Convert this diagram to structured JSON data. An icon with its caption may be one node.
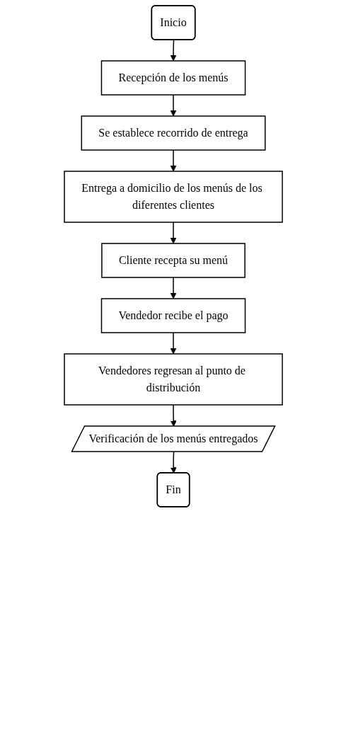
{
  "diagram": {
    "nodes": [
      {
        "text": [
          "Inicio"
        ]
      },
      {
        "text": [
          "Recepción de los menús"
        ]
      },
      {
        "text": [
          "Se establece recorrido de entrega"
        ]
      },
      {
        "text": [
          "Entrega a domicilio de los menús de los diferentes clientes"
        ]
      },
      {
        "text": [
          "Cliente recepta su menú"
        ]
      },
      {
        "text": [
          "Vendedor recibe el pago"
        ]
      },
      {
        "text": [
          "Vendedores regresan al punto de distribución"
        ]
      },
      {
        "text": [
          "Verificación de los menús entregados"
        ]
      },
      {
        "text": [
          "Fin"
        ]
      }
    ],
    "edges": [
      {
        "from": 0,
        "to": 1,
        "arrow": "to"
      },
      {
        "from": 1,
        "to": 2,
        "arrow": "to"
      },
      {
        "from": 2,
        "to": 3,
        "arrow": "to"
      },
      {
        "from": 3,
        "to": 4,
        "arrow": "to"
      },
      {
        "from": 4,
        "to": 5,
        "arrow": "to"
      },
      {
        "from": 5,
        "to": 6,
        "arrow": "to"
      },
      {
        "from": 6,
        "to": 7,
        "arrow": "to"
      },
      {
        "from": 7,
        "to": 8,
        "arrow": "to"
      }
    ]
  }
}
